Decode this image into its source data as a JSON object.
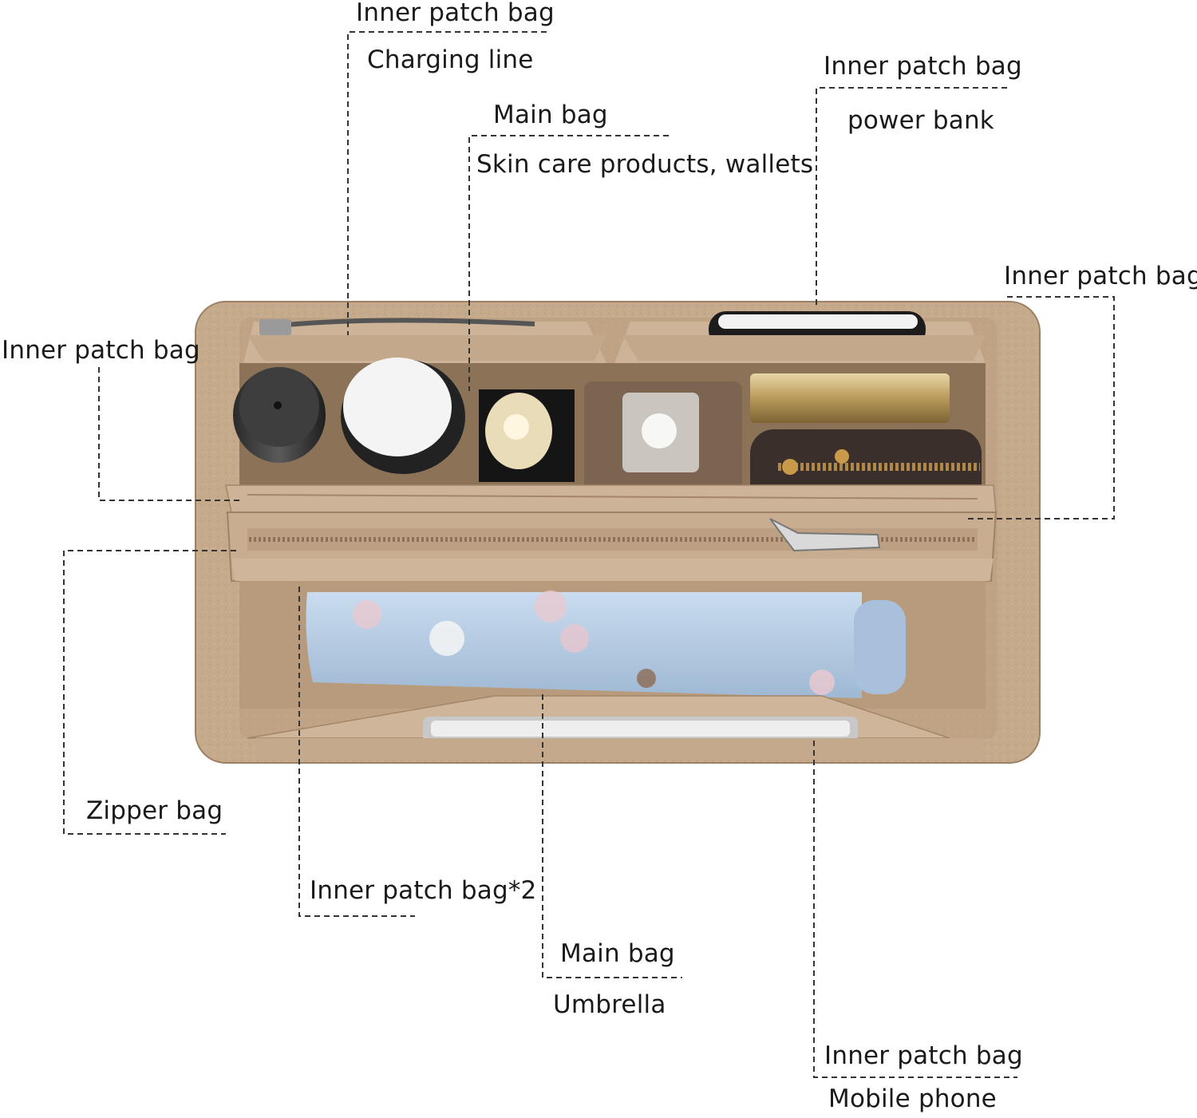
{
  "labels": {
    "top_left_title": "Inner patch bag",
    "top_left_item": "Charging line",
    "top_mid_title": "Main bag",
    "top_mid_item": "Skin care products, wallets",
    "top_right_title": "Inner patch bag",
    "top_right_item": "power bank",
    "right_title": "Inner patch bag",
    "left_title": "Inner patch bag",
    "zipper": "Zipper bag",
    "bottom_patch2": "Inner patch bag*2",
    "bottom_main_title": "Main bag",
    "bottom_main_item": "Umbrella",
    "bottom_right_title": "Inner patch bag",
    "bottom_right_item": "Mobile phone"
  },
  "colors": {
    "felt": "#c7ab8e",
    "felt_dark": "#a98c6f",
    "felt_light": "#d6bfa6",
    "umbrella": "#b9cfe6",
    "leader_line": "#333333"
  }
}
